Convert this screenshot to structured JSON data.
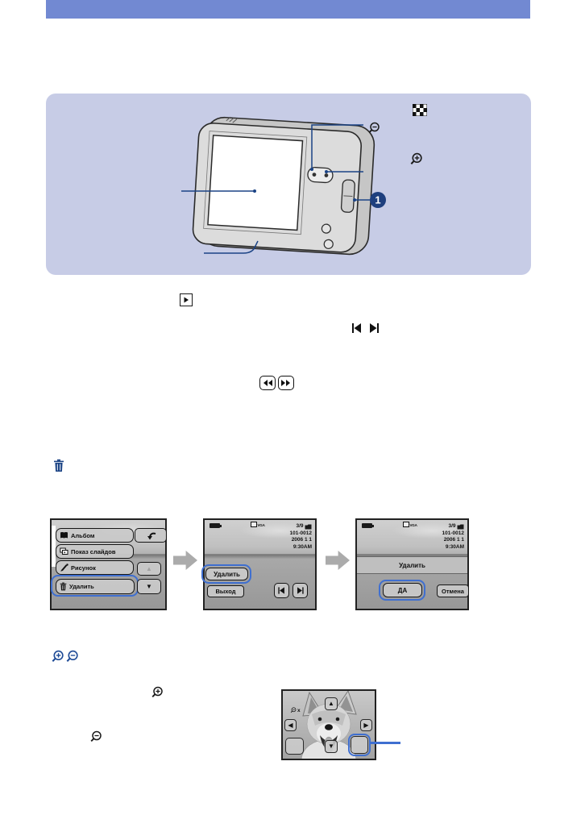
{
  "colors": {
    "header_bar": "#7289d2",
    "panel_bg": "#c7cce6",
    "callout_navy": "#1b4385",
    "highlight_blue": "#3f6fd0",
    "step_badge": "#1e3f7e"
  },
  "panel": {
    "step_number": "1",
    "icons": [
      "index-thumbnails-icon",
      "zoom-out-magnifier-icon",
      "zoom-in-magnifier-icon"
    ]
  },
  "body_icons": [
    "playback-mode-icon",
    "previous-image-icon",
    "next-image-icon",
    "rewind-icon",
    "fast-forward-icon",
    "delete-trash-icon",
    "zoom-in-magnifier-icon",
    "zoom-out-magnifier-icon"
  ],
  "screens": {
    "status_overlay": {
      "frame": "3/9",
      "file_number": "101-0012",
      "date": "2006 1 1",
      "time": "9:30AM",
      "image_size": "VGA"
    },
    "menu": {
      "items": [
        {
          "icon": "album-icon",
          "label": "Альбом"
        },
        {
          "icon": "slideshow-icon",
          "label": "Показ слайдов"
        },
        {
          "icon": "drawing-icon",
          "label": "Рисунок"
        },
        {
          "icon": "trash-icon",
          "label": "Удалить"
        }
      ],
      "side_buttons": [
        "return-icon",
        "scroll-up-icon",
        "scroll-down-icon"
      ]
    },
    "playback": {
      "delete_button": "Удалить",
      "exit_button": "Выход"
    },
    "confirm": {
      "message": "Удалить",
      "yes_button": "ДА",
      "cancel_button": "Отмена"
    },
    "zoom_screen": {
      "zoom_indicator": "x",
      "controls": [
        "up-icon",
        "left-icon",
        "right-icon",
        "down-icon",
        "blank-button",
        "blank-button-highlighted"
      ]
    }
  }
}
